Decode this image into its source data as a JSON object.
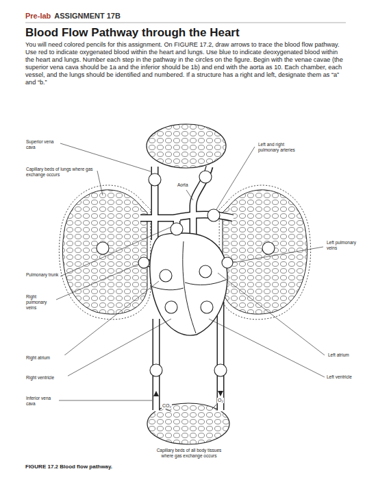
{
  "diagram": {
    "title": "Blood Flow Pathway through the Heart",
    "caption": "FIGURE 17.2 Blood flow pathway.",
    "labels": [
      "Pre-lab",
      "ASSIGNMENT 17B",
      "You will need colored pencils for this assignment. On FIGURE 17.2, draw arrows to trace the blood flow pathway. Use red to indicate oxygenated blood within the heart and lungs. Use blue to indicate deoxygenated blood within the heart and lungs. Number each step in the pathway in the circles on the figure. Begin with the venae cavae (the superior vena cava should be 1a and the inferior should be 1b) and end with the aorta as 10. Each chamber, each vessel, and the lungs should be identified and numbered. If a structure has a right and left, designate them as “a” and “b.”",
      "Superior vena cava",
      "Capillary beds of lungs where gas exchange occurs",
      "Aorta",
      "Left and right pulmonary arteries",
      "Left pulmonary veins",
      "Pulmonary trunk",
      "Right pulmonary veins",
      "Right atrium",
      "Left atrium",
      "Right ventricle",
      "Left ventricle",
      "Inferior vena cava",
      "CO₂",
      "O₂",
      "Capillary beds of all body tissues where gas exchange occurs"
    ]
  }
}
